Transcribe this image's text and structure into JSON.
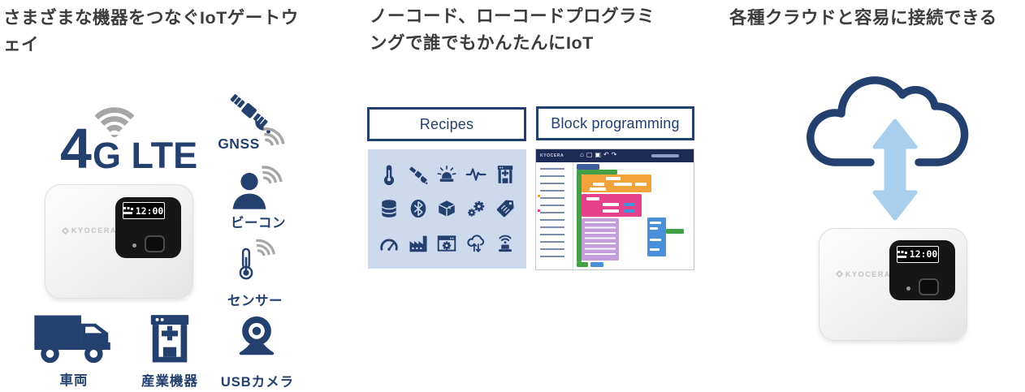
{
  "colors": {
    "navy": "#24406e",
    "wave_gray": "#a6a6a6",
    "arrow_blue": "#a9cfec",
    "icon_panel_bg": "#cdd9ed",
    "title_text": "#3c3c3c",
    "block_orange": "#f2a33c",
    "block_pink": "#e8418c",
    "block_purple": "#c49ddb",
    "block_blue": "#4a90d8",
    "block_green": "#43a047"
  },
  "left": {
    "title": "さまざまな機器をつなぐIoTゲートウェイ",
    "lte_big": "4",
    "lte_small": "G LTE",
    "gnss_label": "GNSS",
    "beacon_label": "ビーコン",
    "sensor_label": "センサー",
    "vehicle_label": "車両",
    "industrial_label": "産業機器",
    "camera_label": "USBカメラ"
  },
  "middle": {
    "title": "ノーコード、ローコードプログラミングで誰でもかんたんにIoT",
    "recipes_label": "Recipes",
    "blockprog_label": "Block programming",
    "screenshot_brand": "KYOCERA",
    "grid_icons": [
      "thermometer-icon",
      "satellite-icon",
      "siren-icon",
      "waveform-icon",
      "press-machine-icon",
      "database-icon",
      "bluetooth-icon",
      "package-icon",
      "gears-icon",
      "tag-icon",
      "gauge-icon",
      "factory-icon",
      "app-window-gear-icon",
      "cloud-sync-icon",
      "wireless-device-icon"
    ]
  },
  "right": {
    "title": "各種クラウドと容易に接続できる"
  },
  "device": {
    "brand": "KYOCERA",
    "time": "12:00"
  }
}
